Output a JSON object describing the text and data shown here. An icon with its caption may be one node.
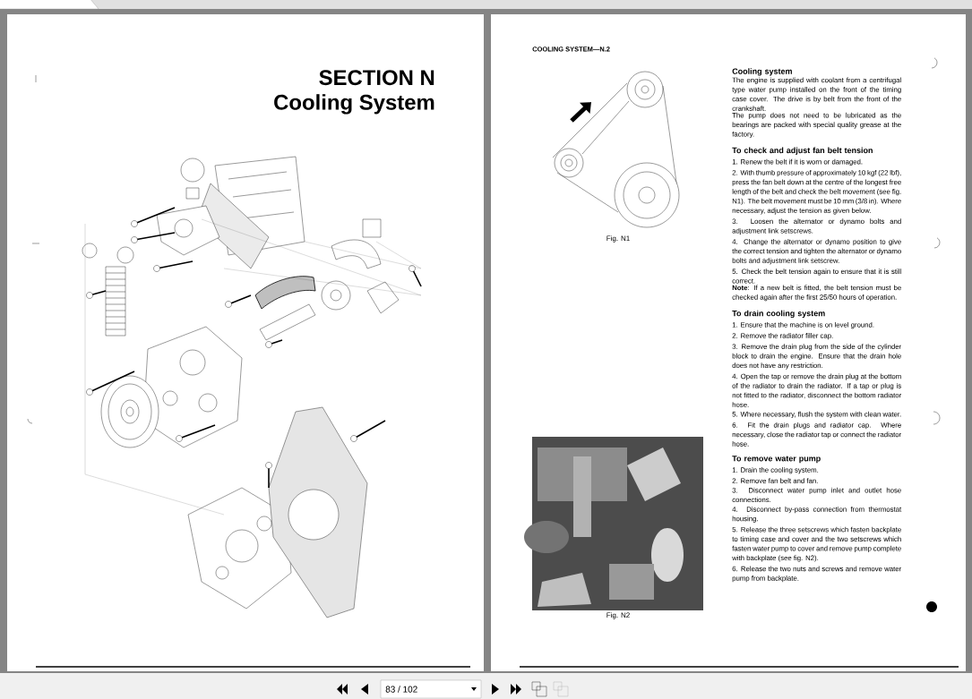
{
  "diagram": {
    "nodes": [
      {
        "text": [],
        "shape": "picture"
      }
    ],
    "labels": [
      "SECTION N",
      "Cooling System",
      "COOLING SYSTEM—N.2",
      "Fig. N1",
      "Fig. N2",
      "Cooling system",
      "The engine is supplied with coolant from a centrifugal type water pump installed on the front of the timing case cover. The drive is by belt from the front of the crankshaft.",
      "The pump does not need to be lubricated as the bearings are packed with special quality grease at the factory.",
      "To check and adjust fan belt tension",
      "1. Renew the belt if it is worn or damaged.",
      "2. With thumb pressure of approximately 10 kgf (22 lbf), press the fan belt down at the centre of the longest free length of the belt and check the belt movement (see fig. N1). The belt movement must be 10 mm (3/8 in). Where necessary, adjust the tension as given below.",
      "3. Loosen the alternator or dynamo bolts and adjustment link setscrews.",
      "4. Change the alternator or dynamo position to give the correct tension and tighten the alternator or dynamo bolts and adjustment link setscrew.",
      "5. Check the belt tension again to ensure that it is still correct.",
      "**Note**: If a new belt is fitted, the belt tension must be checked again after the first 25/50 hours of operation.",
      "To drain cooling system",
      "1. Ensure that the machine is on level ground.",
      "2. Remove the radiator filler cap.",
      "3. Remove the drain plug from the side of the cylinder block to drain the engine. Ensure that the drain hole does not have any restriction.",
      "4. Open the tap or remove the drain plug at the bottom of the radiator to drain the radiator. If a tap or plug is not fitted to the radiator, disconnect the bottom radiator hose.",
      "5. Where necessary, flush the system with clean water.",
      "6. Fit the drain plugs and radiator cap. Where necessary, close the radiator tap or connect the radiator hose.",
      "To remove water pump",
      "1. Drain the cooling system.",
      "2. Remove fan belt and fan.",
      "3. Disconnect water pump inlet and outlet hose connections.",
      "4. Disconnect by-pass connection from thermostat housing.",
      "5. Release the three setscrews which fasten backplate to timing case and cover and the two setscrews which fasten water pump to cover and remove pump complete with backplate (see fig. N2).",
      "6. Release the two nuts and screws and remove water pump from backplate.",
      "83 / 102"
    ]
  }
}
